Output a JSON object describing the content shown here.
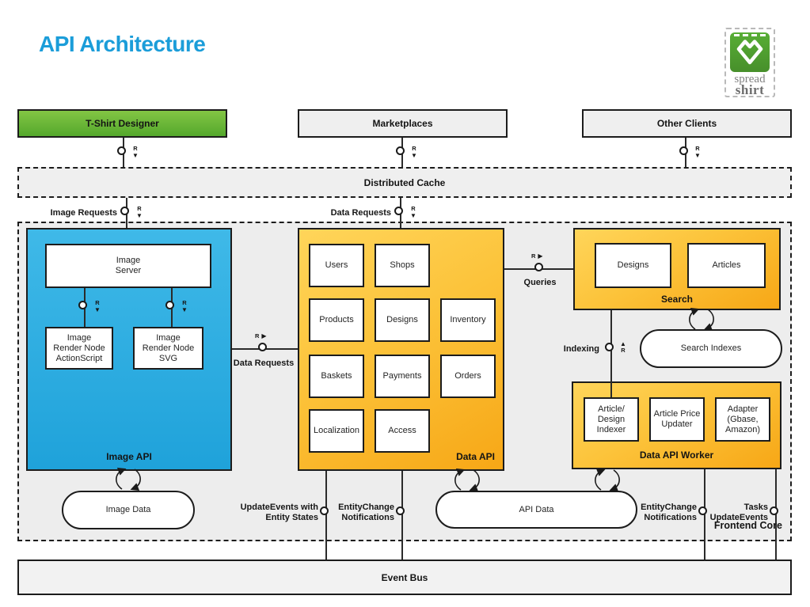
{
  "title": "API Architecture",
  "logo": {
    "top": "spread",
    "bottom": "shirt"
  },
  "clients": {
    "tshirt": "T-Shirt Designer",
    "marketplaces": "Marketplaces",
    "other": "Other Clients"
  },
  "cache": {
    "label": "Distributed Cache"
  },
  "frontend_core": {
    "label": "Frontend Core"
  },
  "image_api": {
    "label": "Image API",
    "image_server": "Image\nServer",
    "render_node_actionscript": "Image\nRender Node\nActionScript",
    "render_node_svg": "Image\nRender Node\nSVG",
    "image_data": "Image Data"
  },
  "data_api": {
    "label": "Data API",
    "modules": [
      "Users",
      "Shops",
      "Products",
      "Designs",
      "Inventory",
      "Baskets",
      "Payments",
      "Orders",
      "Localization",
      "Access"
    ],
    "api_data": "API Data"
  },
  "search": {
    "label": "Search",
    "designs": "Designs",
    "articles": "Articles",
    "indexes": "Search Indexes"
  },
  "worker": {
    "label": "Data API Worker",
    "indexer": "Article/\nDesign\nIndexer",
    "price_updater": "Article Price\nUpdater",
    "adapter": "Adapter\n(Gbase,\nAmazon)"
  },
  "event_bus": {
    "label": "Event Bus"
  },
  "connectors": {
    "r": "R",
    "arrow_down": "▼",
    "arrow_right": "▶",
    "arrow_up": "▲",
    "image_requests": "Image Requests",
    "data_requests": "Data Requests",
    "queries": "Queries",
    "indexing": "Indexing",
    "update_events": "UpdateEvents with\nEntity States",
    "entity_change": "EntityChange\nNotifications",
    "tasks": "Tasks\nUpdateEvents"
  },
  "colors": {
    "accent_blue": "#1B9DD9",
    "client_green": "#5CB531",
    "api_cyan": "#29ABE2",
    "api_yellow": "#FBB817"
  }
}
